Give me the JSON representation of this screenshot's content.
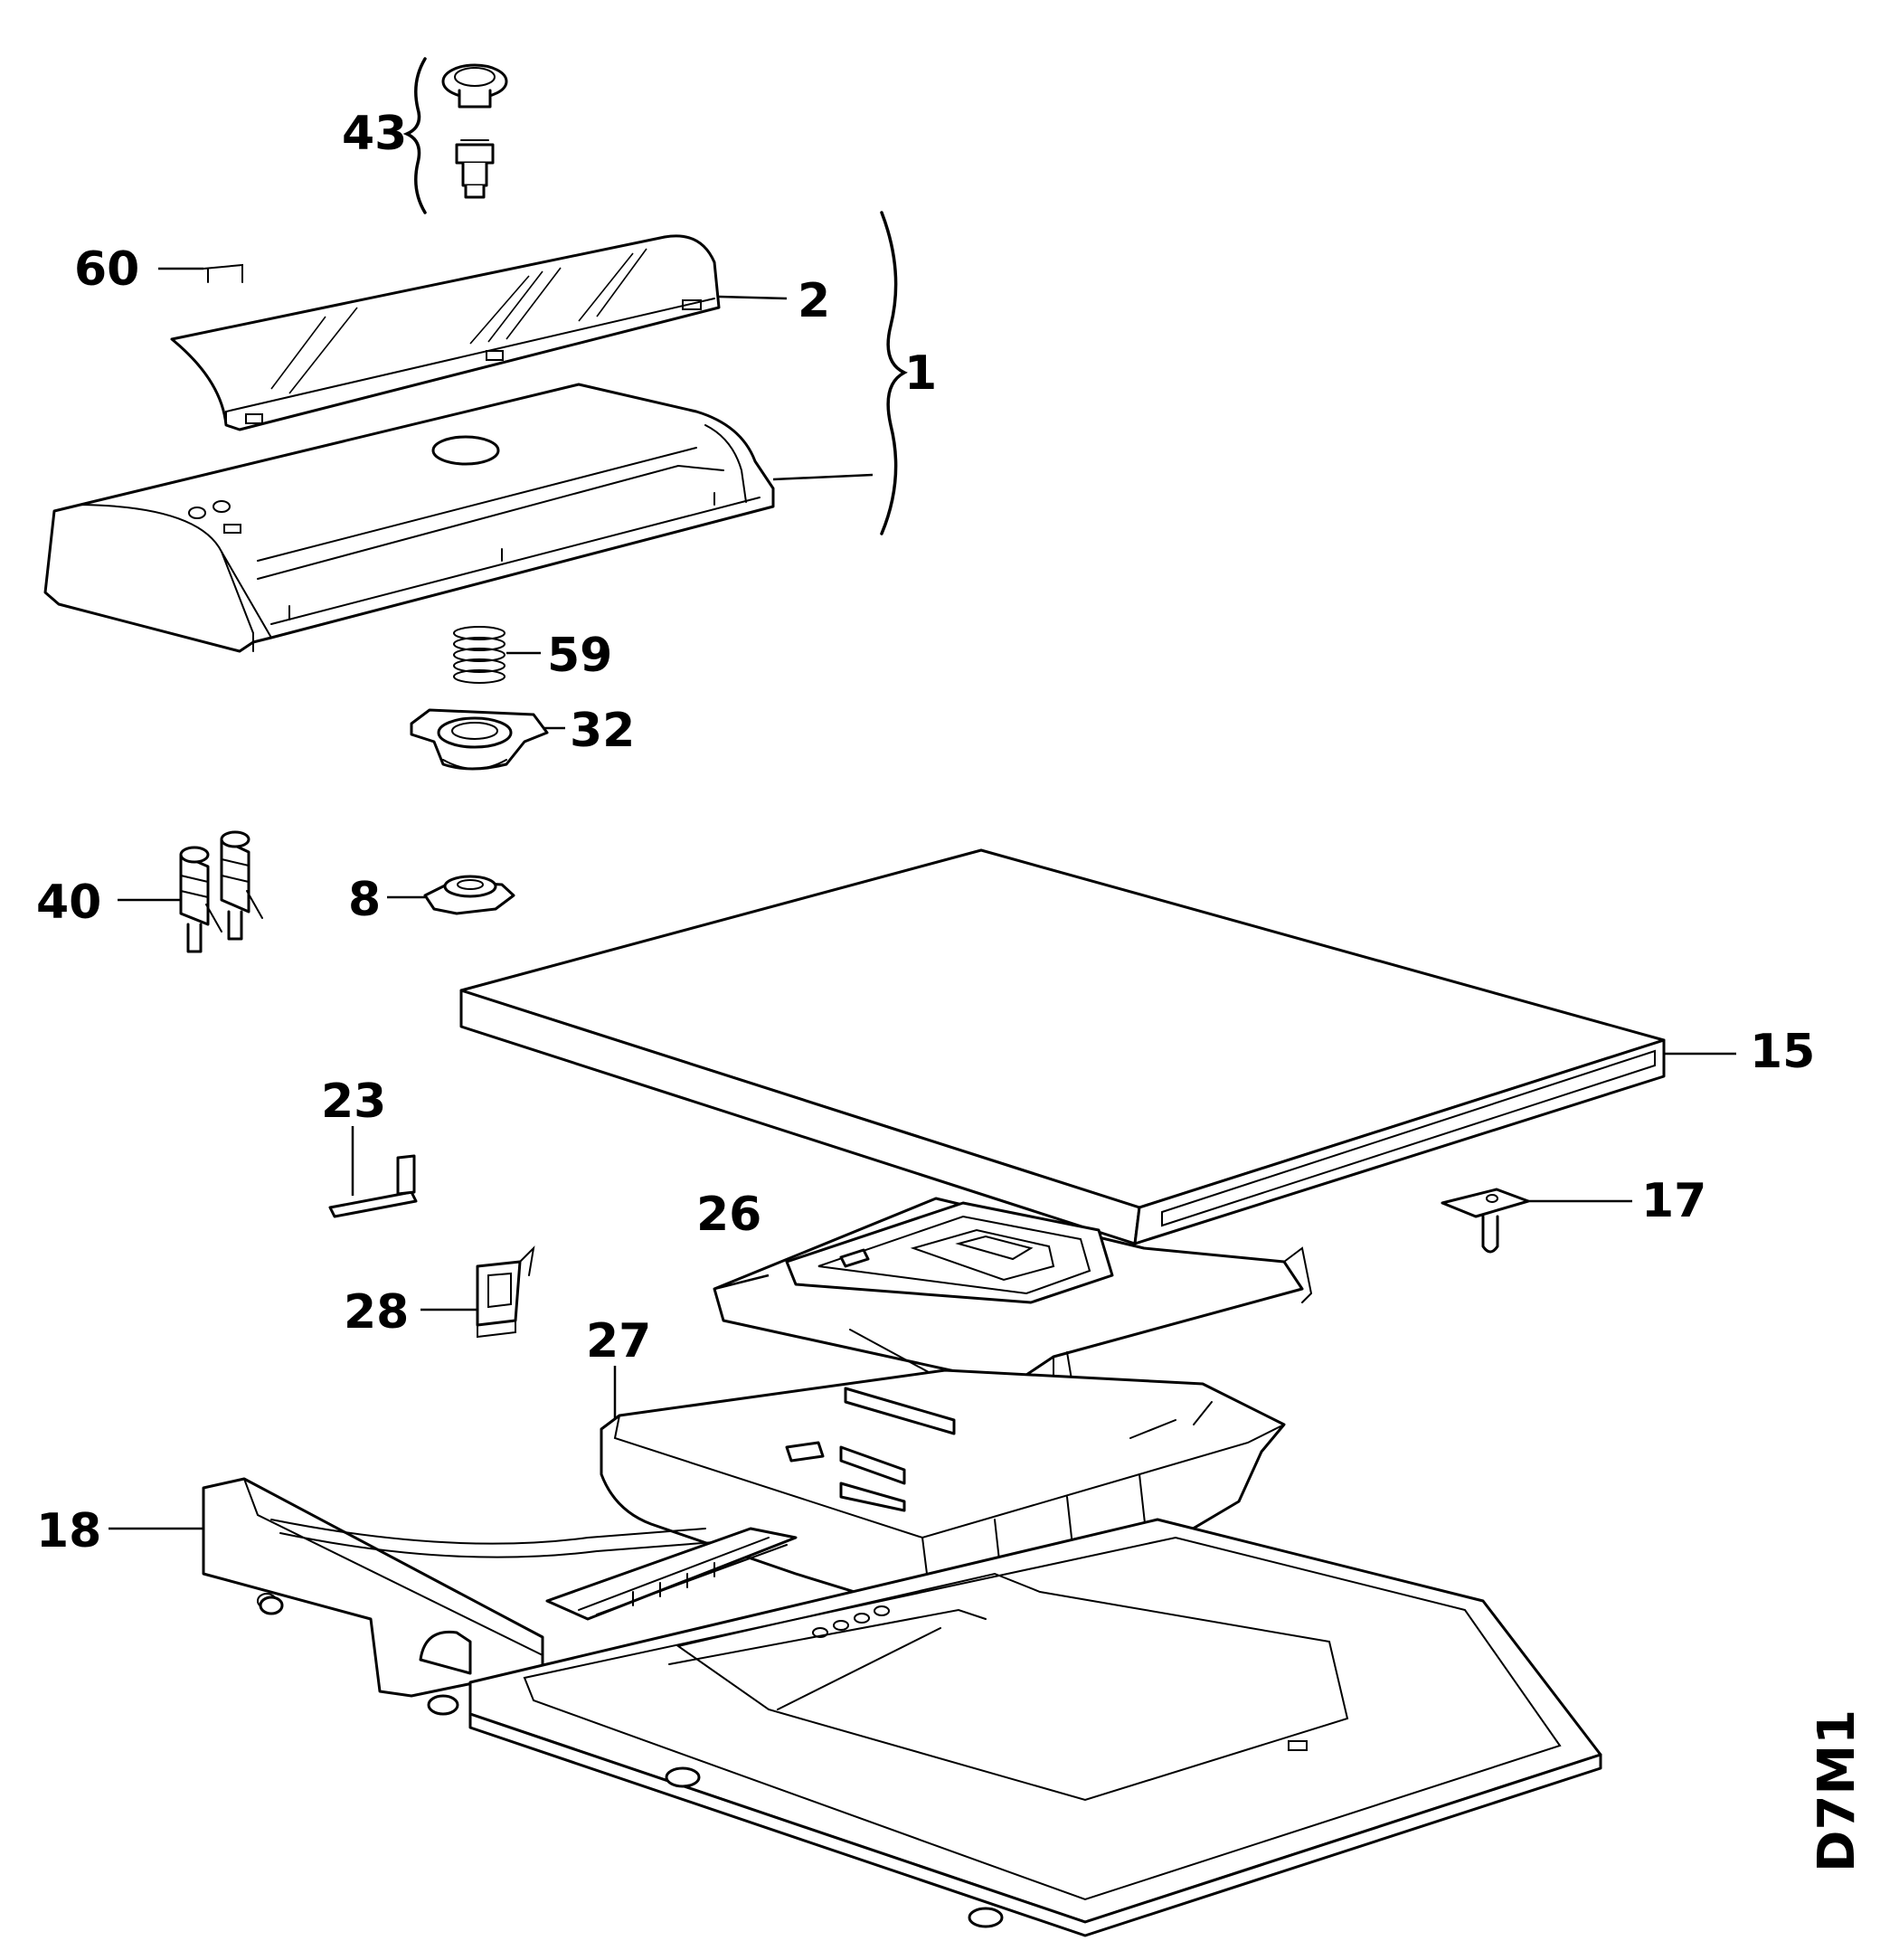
{
  "diagram": {
    "code": "D7M1",
    "labels": {
      "p43": "43",
      "p60": "60",
      "p2": "2",
      "p1": "1",
      "p59": "59",
      "p32": "32",
      "p40": "40",
      "p8": "8",
      "p15": "15",
      "p23": "23",
      "p17": "17",
      "p26": "26",
      "p28": "28",
      "p27": "27",
      "p18": "18"
    }
  }
}
